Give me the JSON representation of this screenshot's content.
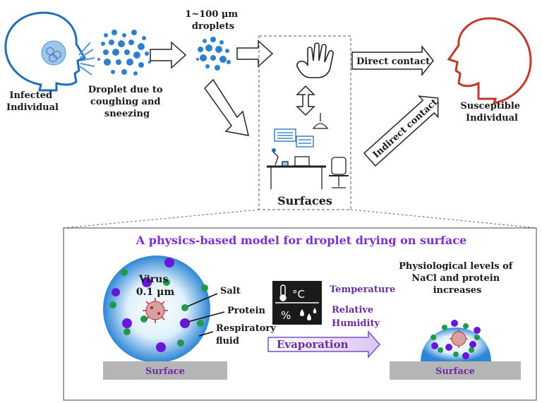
{
  "infected": {
    "line1": "Infected",
    "line2": "Individual"
  },
  "droplet_cause": {
    "line1": "Droplet due to",
    "line2": "coughing and",
    "line3": "sneezing"
  },
  "droplets_size": {
    "line1": "1~100 μm",
    "line2": "droplets"
  },
  "surfaces_label": "Surfaces",
  "direct_contact": "Direct contact",
  "indirect_contact": "Indirect contact",
  "susceptible": {
    "line1": "Susceptible",
    "line2": "Individual"
  },
  "model_title": "A physics-based model for droplet drying on surface",
  "virus": {
    "line1": "Virus",
    "line2": "0.1 μm"
  },
  "salt": "Salt",
  "protein": "Protein",
  "respiratory": {
    "line1": "Respiratory",
    "line2": "fluid"
  },
  "thermo_symbol": "°C",
  "humidity_symbol": "%",
  "temperature": "Temperature",
  "relative_humidity": {
    "line1": "Relative",
    "line2": "Humidity"
  },
  "evaporation": "Evaporation",
  "physiological": {
    "line1": "Physiological levels of",
    "line2": "NaCl and protein",
    "line3": "increases"
  },
  "surface_left": "Surface",
  "surface_right": "Surface",
  "colors": {
    "head_blue": "#1f6fb8",
    "head_red": "#c0392b",
    "droplet": "#2f7fcf",
    "title_purple": "#7b2fd0",
    "label_purple": "#6a2ea0",
    "salt_green": "#1f9a4a",
    "protein_purple": "#6a16d8",
    "surface_gray": "#b5b5b5"
  }
}
